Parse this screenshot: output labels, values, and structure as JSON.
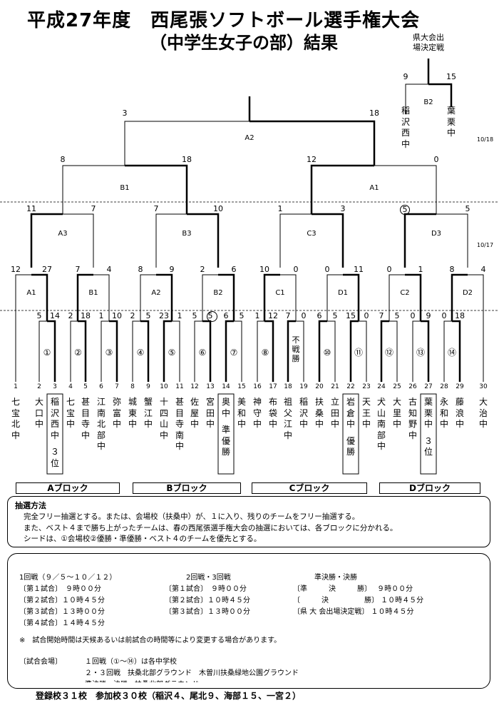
{
  "title": "平成27年度　西尾張ソフトボール選手権大会",
  "subtitle": "（中学生女子の部）結果",
  "ketei": "県大会出場決定戦",
  "dates": [
    "10/18",
    "10/17"
  ],
  "finals": {
    "a2_score_l": "3",
    "a2_score_r": "18",
    "a2_label": "A2",
    "b2_score_l": "9",
    "b2_score_r": "15",
    "b2_label": "B2",
    "b2_team_l": "稲沢西中",
    "b2_team_r": "葉栗中",
    "b1_top_l": "8",
    "b1_top_r": "18",
    "b1_top_label": "B1",
    "a1_top_l": "12",
    "a1_top_r": "0",
    "a1_top_label": "A1"
  },
  "round3": [
    {
      "l": "11",
      "r": "7",
      "label": "A3"
    },
    {
      "l": "7",
      "r": "10",
      "label": "B3"
    },
    {
      "l": "1",
      "r": "3",
      "label": "C3"
    },
    {
      "l": "5",
      "r": "5",
      "label": "D3"
    }
  ],
  "round2": [
    {
      "l": "12",
      "r": "27",
      "label": "A1"
    },
    {
      "l": "7",
      "r": "4",
      "label": "B1"
    },
    {
      "l": "8",
      "r": "9",
      "label": "A2"
    },
    {
      "l": "2",
      "r": "6",
      "label": "B2"
    },
    {
      "l": "10",
      "r": "0",
      "label": "C1"
    },
    {
      "l": "0",
      "r": "11",
      "label": "D1"
    },
    {
      "l": "0",
      "r": "1",
      "label": "C2"
    },
    {
      "l": "8",
      "r": "4",
      "label": "D2"
    }
  ],
  "round1": [
    {
      "l": "5",
      "r": "14",
      "mark": "①"
    },
    {
      "l": "2",
      "r": "18",
      "mark": "②"
    },
    {
      "l": "1",
      "r": "10",
      "mark": "③"
    },
    {
      "l": "2",
      "r": "5",
      "mark": "④"
    },
    {
      "l": "23",
      "r": "1",
      "mark": "⑤"
    },
    {
      "l": "5",
      "r": "5",
      "mark": "⑥"
    },
    {
      "l": "6",
      "r": "5",
      "mark": "⑦"
    },
    {
      "l": "1",
      "r": "12",
      "mark": "⑧"
    },
    {
      "l": "7",
      "r": "0",
      "mark": "不戦勝"
    },
    {
      "l": "6",
      "r": "5",
      "mark": "⑩"
    },
    {
      "l": "15",
      "r": "0",
      "mark": "⑪"
    },
    {
      "l": "7",
      "r": "5",
      "mark": "⑫"
    },
    {
      "l": "0",
      "r": "9",
      "mark": "⑬"
    },
    {
      "l": "0",
      "r": "18",
      "mark": "⑭"
    }
  ],
  "teams": [
    {
      "n": "1",
      "name": "七宝北中"
    },
    {
      "n": "2",
      "name": "大口中"
    },
    {
      "n": "3",
      "name": "稲沢西中",
      "note": "３位"
    },
    {
      "n": "4",
      "name": "七宝中"
    },
    {
      "n": "5",
      "name": "甚目寺中"
    },
    {
      "n": "6",
      "name": "江南北部中"
    },
    {
      "n": "7",
      "name": "弥富中"
    },
    {
      "n": "8",
      "name": "城東中"
    },
    {
      "n": "9",
      "name": "蟹江中"
    },
    {
      "n": "10",
      "name": "十四山中"
    },
    {
      "n": "11",
      "name": "甚目寺南中"
    },
    {
      "n": "12",
      "name": "佐屋中"
    },
    {
      "n": "13",
      "name": "宮田中"
    },
    {
      "n": "14",
      "name": "奥中",
      "note": "準優勝"
    },
    {
      "n": "15",
      "name": "美和中"
    },
    {
      "n": "16",
      "name": "神守中"
    },
    {
      "n": "17",
      "name": "布袋中"
    },
    {
      "n": "18",
      "name": "祖父江中"
    },
    {
      "n": "19",
      "name": "稲沢中"
    },
    {
      "n": "20",
      "name": "扶桑中"
    },
    {
      "n": "21",
      "name": "立田中"
    },
    {
      "n": "22",
      "name": "岩倉中",
      "note": "優勝"
    },
    {
      "n": "23",
      "name": "天王中"
    },
    {
      "n": "24",
      "name": "犬山南部中"
    },
    {
      "n": "25",
      "name": "大里中"
    },
    {
      "n": "26",
      "name": "古知野中"
    },
    {
      "n": "27",
      "name": "葉栗中",
      "note": "３位"
    },
    {
      "n": "28",
      "name": "永和中"
    },
    {
      "n": "29",
      "name": "藤浪中"
    },
    {
      "n": "30",
      "name": "大治中"
    }
  ],
  "blocks": [
    "Aブロック",
    "Bブロック",
    "Cブロック",
    "Dブロック"
  ],
  "lottery": {
    "heading": "抽選方法",
    "lines": [
      "完全フリー抽選とする。または、会場校（扶桑中）が、１に入り、残りのチームをフリー抽選する。",
      "また、ベスト４まで勝ち上がったチームは、春の西尾張選手権大会の抽選においては、各ブロックに分かれる。",
      "シードは、①会場校②優勝・準優勝・ベスト４のチームを優先とする。"
    ]
  },
  "schedule": {
    "col1_head": "1回戦（９／５～１０／１２）",
    "col1": [
      "〔第１試合〕　９時００分",
      "〔第２試合〕１０時４５分",
      "〔第３試合〕１３時００分",
      "〔第４試合〕１４時４５分"
    ],
    "col2_head": "2回戦・3回戦",
    "col2": [
      "〔第１試合〕　９時００分",
      "〔第２試合〕１０時４５分",
      "〔第３試合〕１３時００分"
    ],
    "col3_head": "準決勝・決勝",
    "col3": [
      "〔準　　　決　　　勝〕　 ９時００分",
      "〔　　　決　　　　　勝〕 １０時４５分",
      "〔県 大 会出場決定戦〕 １０時４５分"
    ],
    "note": "※　試合開始時間は天候あるいは前試合の時間等により変更する場合があります。",
    "venue_label": "〔試合会場〕",
    "venue1": "１回戦（①～⑭）は各中学校",
    "venue2": "２・３回戦　扶桑北部グラウンド　木曽川扶桑緑地公園グラウンド",
    "venue3": "準決勝・決勝　扶桑北部グラウンド"
  },
  "footer": "登録校３１校　参加校３０校（稲沢４、尾北９、海部１５、一宮２）"
}
